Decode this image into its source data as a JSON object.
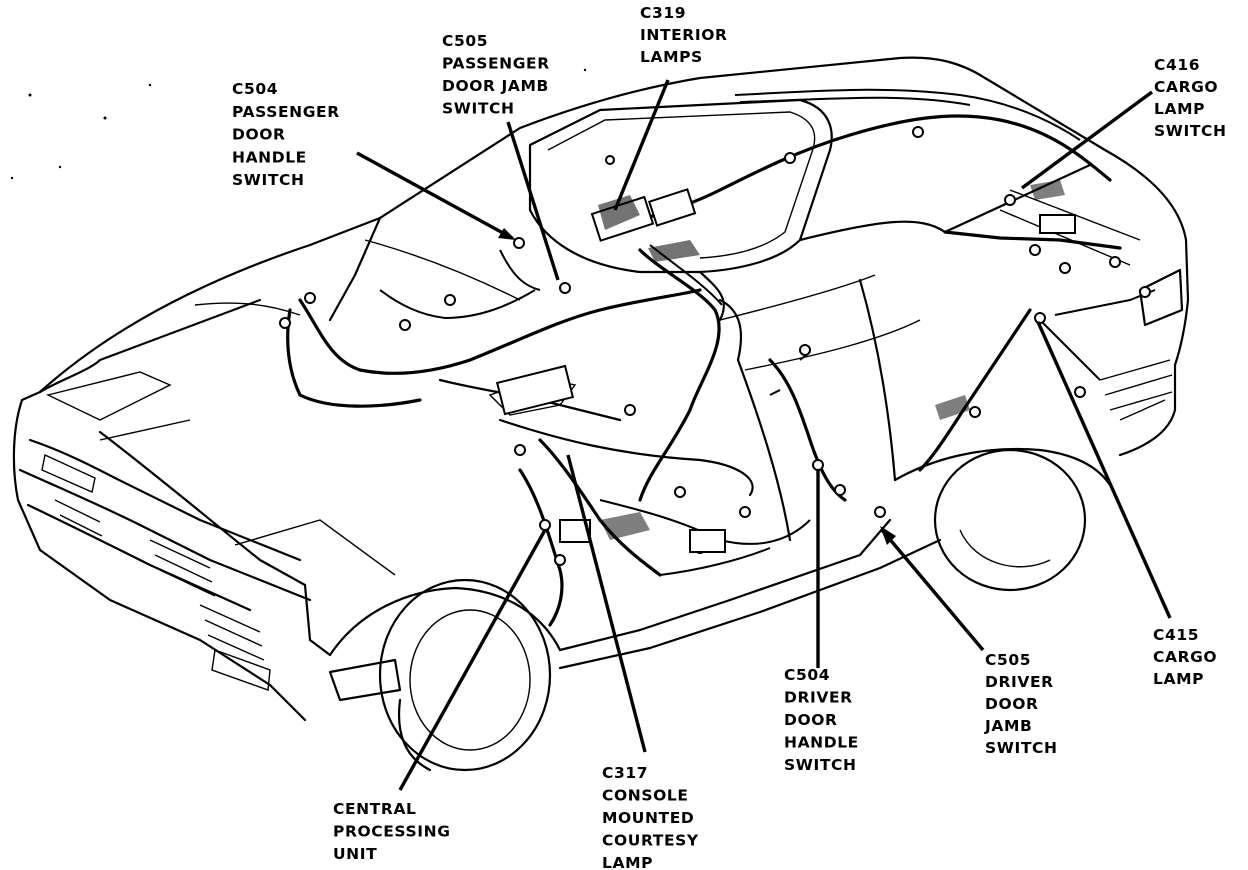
{
  "callouts": [
    {
      "id": "c504-passenger",
      "lines": [
        "C504",
        "PASSENGER",
        "DOOR",
        "HANDLE",
        "SWITCH"
      ]
    },
    {
      "id": "c505-passenger",
      "lines": [
        "C505",
        "PASSENGER",
        "DOOR JAMB",
        "SWITCH"
      ]
    },
    {
      "id": "c319",
      "lines": [
        "C319",
        "INTERIOR",
        "LAMPS"
      ]
    },
    {
      "id": "c416",
      "lines": [
        "C416",
        "CARGO",
        "LAMP",
        "SWITCH"
      ]
    },
    {
      "id": "c415",
      "lines": [
        "C415",
        "CARGO",
        "LAMP"
      ]
    },
    {
      "id": "c505-driver",
      "lines": [
        "C505",
        "DRIVER",
        "DOOR",
        "JAMB",
        "SWITCH"
      ]
    },
    {
      "id": "c504-driver",
      "lines": [
        "C504",
        "DRIVER",
        "DOOR",
        "HANDLE",
        "SWITCH"
      ]
    },
    {
      "id": "c317",
      "lines": [
        "C317",
        "CONSOLE",
        "MOUNTED",
        "COURTESY",
        "LAMP"
      ]
    },
    {
      "id": "cpu",
      "lines": [
        "CENTRAL",
        "PROCESSING",
        "UNIT"
      ]
    }
  ]
}
